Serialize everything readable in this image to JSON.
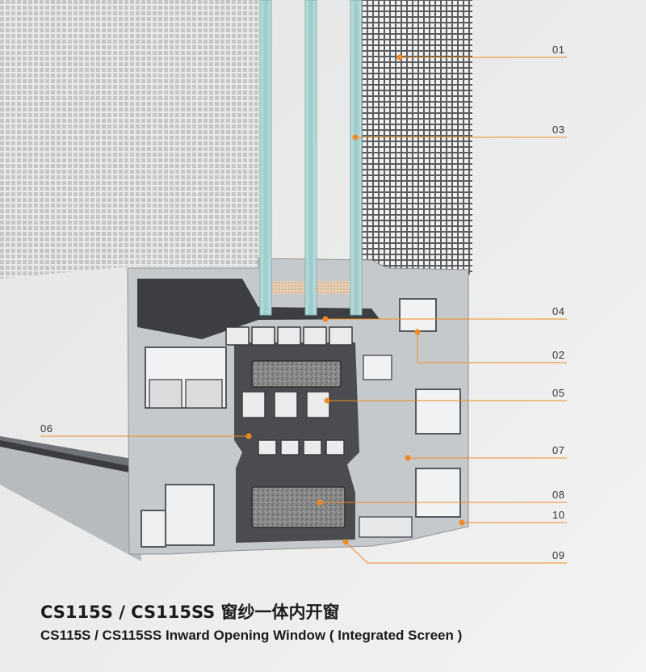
{
  "accent_color": "#f08a24",
  "callouts": [
    {
      "id": "01",
      "label": "01"
    },
    {
      "id": "03",
      "label": "03"
    },
    {
      "id": "04",
      "label": "04"
    },
    {
      "id": "02",
      "label": "02"
    },
    {
      "id": "05",
      "label": "05"
    },
    {
      "id": "06",
      "label": "06"
    },
    {
      "id": "07",
      "label": "07"
    },
    {
      "id": "08",
      "label": "08"
    },
    {
      "id": "10",
      "label": "10"
    },
    {
      "id": "09",
      "label": "09"
    }
  ],
  "title": {
    "chinese": "CS115S / CS115SS 窗纱一体内开窗",
    "english": "CS115S / CS115SS Inward Opening Window ( Integrated Screen )"
  }
}
